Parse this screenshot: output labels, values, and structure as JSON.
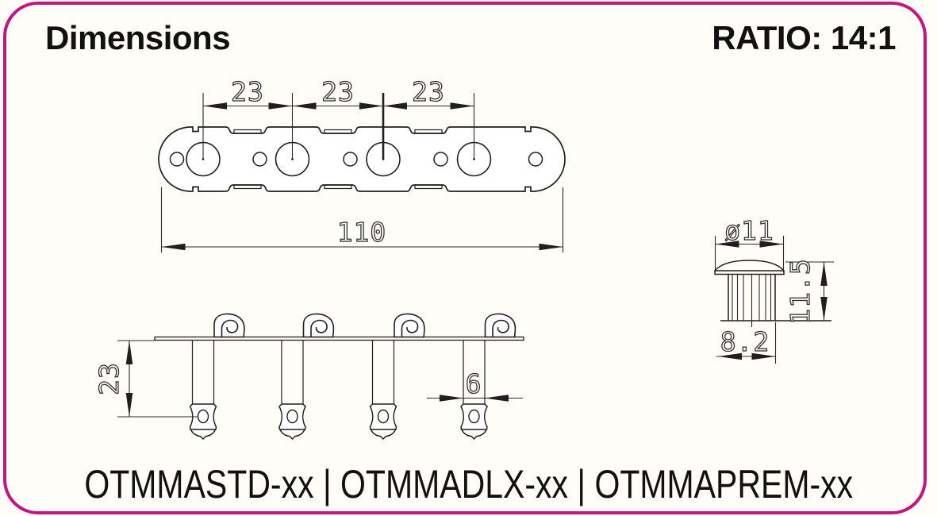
{
  "frame": {
    "border_color": "#c4157f"
  },
  "header": {
    "title": "Dimensions",
    "ratio": "RATIO: 14:1"
  },
  "footer": {
    "models": "OTMMASTD-xx | OTMMADLX-xx | OTMMAPREM-xx"
  },
  "top_view": {
    "description": "tuner mounting plate, top view, 4 post holes and 5 screw holes",
    "spacing_labels": [
      "23",
      "23",
      "23"
    ],
    "overall_length_label": "110"
  },
  "side_view": {
    "description": "tuner side view, 4 string posts with hooks",
    "post_length_label": "23",
    "post_width_label": "6"
  },
  "knob_view": {
    "description": "button / knob detail view",
    "diameter_label": "ø11",
    "height_label": "11.5",
    "width_label": "8.2"
  }
}
